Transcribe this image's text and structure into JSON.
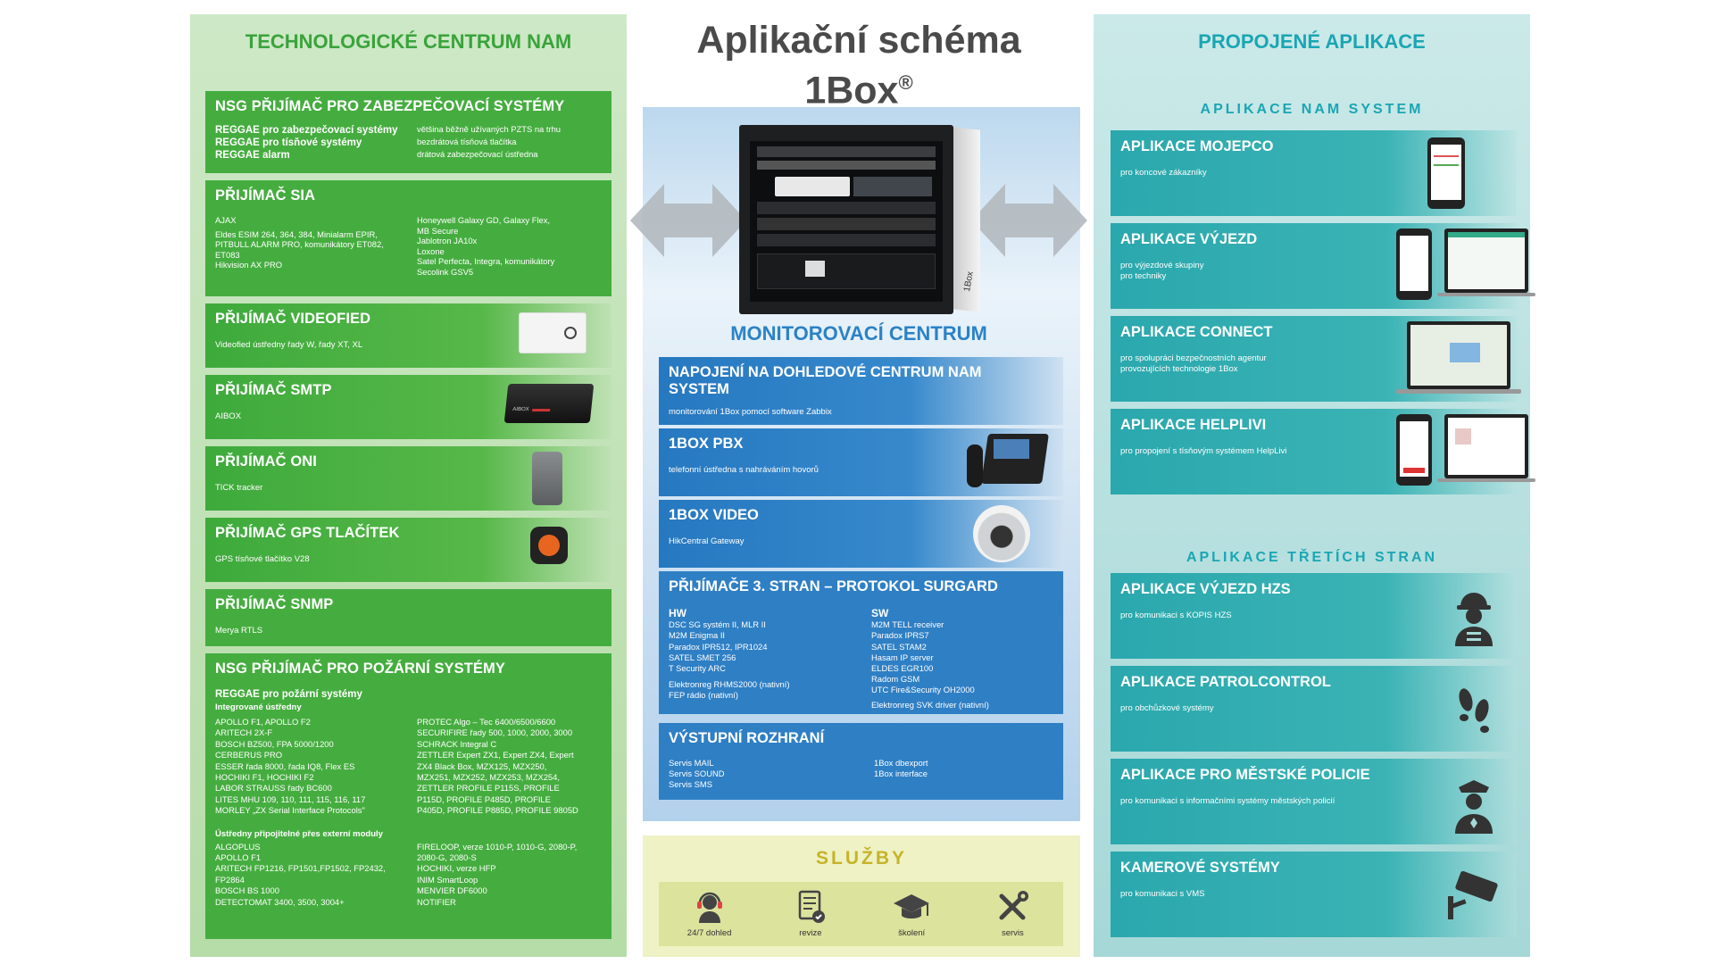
{
  "left": {
    "title": "TECHNOLOGICKÉ CENTRUM NAM",
    "nsg_zab": {
      "title": "NSG PŘIJÍMAČ PRO ZABEZPEČOVACÍ SYSTÉMY",
      "rows": [
        {
          "name": "REGGAE pro zabezpečovací systémy",
          "desc": "většina běžně užívaných PZTS na trhu"
        },
        {
          "name": "REGGAE pro tísňové systémy",
          "desc": "bezdrátová tísňová tlačítka"
        },
        {
          "name": "REGGAE alarm",
          "desc": "drátová zabezpečovací ústředna"
        }
      ]
    },
    "sia": {
      "title": "PŘIJÍMAČ SIA",
      "col1": [
        "AJAX",
        "Eldes ESIM 264, 364, 384, Minialarm EPIR,",
        "PITBULL ALARM PRO, komunikátory ET082,",
        "ET083",
        "Hikvision AX PRO"
      ],
      "col2": [
        "Honeywell Galaxy GD, Galaxy Flex,",
        "MB Secure",
        "Jablotron JA10x",
        "Loxone",
        "Satel Perfecta, Integra, komunikátory",
        "Secolink GSV5"
      ]
    },
    "videofied": {
      "title": "PŘIJÍMAČ VIDEOFIED",
      "desc": "Videofied ústředny řady W, řady XT, XL"
    },
    "smtp": {
      "title": "PŘIJÍMAČ SMTP",
      "desc": "AIBOX",
      "device_label": "AIBOX"
    },
    "oni": {
      "title": "PŘIJÍMAČ ONI",
      "desc": "TICK tracker"
    },
    "gps": {
      "title": "PŘIJÍMAČ GPS TLAČÍTEK",
      "desc": "GPS tísňové tlačítko V28"
    },
    "snmp": {
      "title": "PŘIJÍMAČ SNMP",
      "desc": "Merya RTLS"
    },
    "nsg_poz": {
      "title": "NSG PŘIJÍMAČ PRO POŽÁRNÍ SYSTÉMY",
      "subtitle": "REGGAE pro požární systémy",
      "integrated_label": "Integrované ústředny",
      "col1": [
        "APOLLO F1, APOLLO F2",
        "ARITECH 2X-F",
        "BOSCH BZ500, FPA 5000/1200",
        "CERBERUS PRO",
        "ESSER řada 8000, řada IQ8, Flex ES",
        "HOCHIKI F1, HOCHIKI F2",
        "LABOR STRAUSS řady BC600",
        "LITES MHU 109, 110, 111, 115, 116, 117",
        "MORLEY „ZX Serial Interface Protocols\""
      ],
      "col2": [
        "PROTEC Algo – Tec 6400/6500/6600",
        "SECURIFIRE řady 500, 1000, 2000, 3000",
        "SCHRACK Integral C",
        "ZETTLER Expert ZX1, Expert ZX4, Expert",
        "ZX4 Black Box, MZX125, MZX250,",
        "MZX251, MZX252, MZX253, MZX254,",
        "ZETTLER PROFILE P115S, PROFILE",
        "P115D, PROFILE P485D, PROFILE",
        "P405D, PROFILE P885D, PROFILE 9805D"
      ],
      "external_label": "Ústředny připojitelné přes externí moduly",
      "ext1": [
        "ALGOPLUS",
        "APOLLO F1",
        "ARITECH FP1216, FP1501,FP1502, FP2432,",
        "FP2864",
        "BOSCH BS 1000",
        "DETECTOMAT 3400, 3500, 3004+"
      ],
      "ext2": [
        "FIRELOOP, verze 1010-P, 1010-G, 2080-P,",
        "2080-G, 2080-S",
        "HOCHIKI, verze HFP",
        "INIM SmartLoop",
        "MENVIER DF6000",
        "NOTIFIER"
      ]
    }
  },
  "middle": {
    "title_line1": "Aplikační schéma",
    "title_line2": "1Box",
    "title_reg": "®",
    "rack_brand": "1Box",
    "monitor_title": "MONITOROVACÍ CENTRUM",
    "napojeni": {
      "title": "NAPOJENÍ NA DOHLEDOVÉ CENTRUM NAM SYSTEM",
      "desc": "monitorování 1Box pomocí software Zabbix"
    },
    "pbx": {
      "title": "1BOX PBX",
      "desc": "telefonní ústředna s nahráváním hovorů"
    },
    "video": {
      "title": "1BOX VIDEO",
      "desc": "HikCentral Gateway"
    },
    "surgard": {
      "title": "PŘIJÍMAČE 3. STRAN – PROTOKOL SURGARD",
      "hw_label": "HW",
      "sw_label": "SW",
      "hw": [
        "DSC SG systém II, MLR II",
        "M2M Enigma II",
        "Paradox IPR512, IPR1024",
        "SATEL SMET 256",
        "T Security ARC",
        "",
        "Elektronreg RHMS2000 (nativní)",
        "FEP rádio (nativní)"
      ],
      "sw": [
        "M2M TELL receiver",
        "Paradox IPRS7",
        "SATEL STAM2",
        "Hasam IP server",
        "ELDES EGR100",
        "Radom GSM",
        "UTC Fire&Security OH2000",
        "",
        "Elektronreg SVK driver (nativní)"
      ]
    },
    "vystup": {
      "title": "VÝSTUPNÍ ROZHRANÍ",
      "col1": [
        "Servis MAIL",
        "Servis SOUND",
        "Servis SMS"
      ],
      "col2": [
        "1Box dbexport",
        "1Box interface"
      ]
    },
    "sluzby": {
      "title": "SLUŽBY",
      "items": [
        {
          "label": "24/7 dohled",
          "icon": "headset-icon"
        },
        {
          "label": "revize",
          "icon": "checklist-icon"
        },
        {
          "label": "školení",
          "icon": "graduation-cap-icon"
        },
        {
          "label": "servis",
          "icon": "tools-icon"
        }
      ]
    }
  },
  "right": {
    "title": "PROPOJENÉ APLIKACE",
    "nam_label": "APLIKACE NAM SYSTEM",
    "third_label": "APLIKACE TŘETÍCH STRAN",
    "apps": [
      {
        "title": "APLIKACE MOJEPCO",
        "desc": "pro koncové zákazníky"
      },
      {
        "title": "APLIKACE VÝJEZD",
        "desc": "pro výjezdové skupiny\npro techniky"
      },
      {
        "title": "APLIKACE CONNECT",
        "desc": "pro spolupráci bezpečnostních agentur\nprovozujících technologie 1Box"
      },
      {
        "title": "APLIKACE HELPLIVI",
        "desc": "pro propojení s tísňovým systémem HelpLivi"
      }
    ],
    "third": [
      {
        "title": "APLIKACE VÝJEZD HZS",
        "desc": "pro komunikaci s KOPIS HZS",
        "icon": "firefighter-icon"
      },
      {
        "title": "APLIKACE PATROLCONTROL",
        "desc": "pro obchůzkové systémy",
        "icon": "footprints-icon"
      },
      {
        "title": "APLIKACE PRO MĚSTSKÉ POLICIE",
        "desc": "pro komunikaci s informačními systémy městských policií",
        "icon": "police-officer-icon"
      },
      {
        "title": "KAMEROVÉ SYSTÉMY",
        "desc": "pro komunikaci s VMS",
        "icon": "cctv-camera-icon"
      }
    ]
  },
  "colors": {
    "green": "#45ad3f",
    "teal": "#2aa8ad",
    "blue": "#2f7fc4",
    "gray_title": "#4a4a4a",
    "services_bg": "#eef2c4"
  }
}
